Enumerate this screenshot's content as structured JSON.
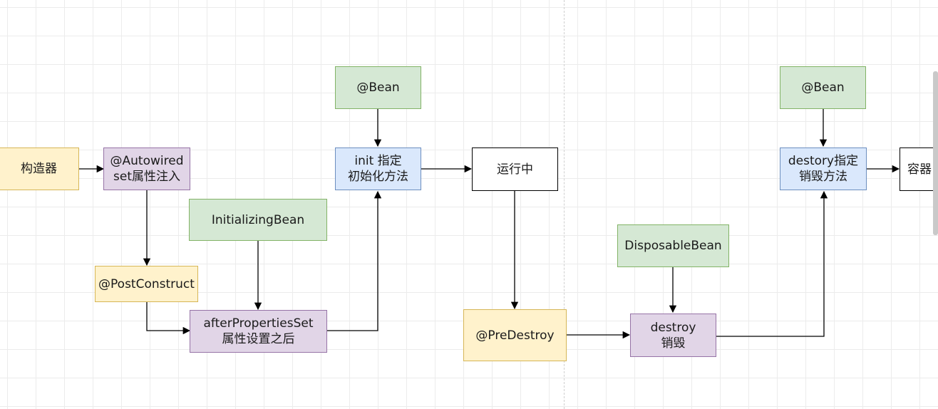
{
  "nodes": {
    "constructor": {
      "line1": "构造器",
      "line2": ""
    },
    "autowired": {
      "line1": "@Autowired",
      "line2": "set属性注入"
    },
    "post_construct": {
      "line1": "@PostConstruct",
      "line2": ""
    },
    "initializing_bean": {
      "line1": "InitializingBean",
      "line2": ""
    },
    "after_properties_set": {
      "line1": "afterPropertiesSet",
      "line2": "属性设置之后"
    },
    "bean_init": {
      "line1": "@Bean",
      "line2": ""
    },
    "init_method": {
      "line1": "init 指定",
      "line2": "初始化方法"
    },
    "running": {
      "line1": "运行中",
      "line2": ""
    },
    "pre_destroy": {
      "line1": "@PreDestroy",
      "line2": ""
    },
    "disposable_bean": {
      "line1": "DisposableBean",
      "line2": ""
    },
    "destroy": {
      "line1": "destroy",
      "line2": "销毁"
    },
    "bean_destroy": {
      "line1": "@Bean",
      "line2": ""
    },
    "destroy_method": {
      "line1": "destory指定",
      "line2": "销毁方法"
    },
    "container": {
      "line1": "容器",
      "line2": ""
    }
  },
  "colors": {
    "yellow_fill": "#fff2cc",
    "purple_fill": "#e1d5e7",
    "green_fill": "#d5e8d4",
    "blue_fill": "#dae8fc",
    "edge": "#000000"
  }
}
